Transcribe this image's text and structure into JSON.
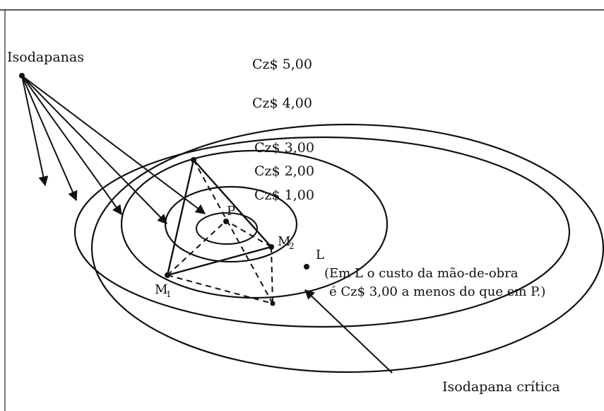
{
  "title_label": "Isodapanas",
  "isodapanes": [
    {
      "label": "Cz$ 5,00"
    },
    {
      "label": "Cz$ 4,00"
    },
    {
      "label": "Cz$ 3,00"
    },
    {
      "label": "Cz$ 2,00"
    },
    {
      "label": "Cz$ 1,00"
    }
  ],
  "points": {
    "p": "P",
    "m1": "M",
    "m1_sub": "1",
    "m2": "M",
    "m2_sub": "2",
    "l": "L"
  },
  "note_line1": "(Em L o custo da mão-de-obra",
  "note_line2": "é Cz$ 3,00 a menos do que em P.)",
  "critical_label": "Isodapana crítica"
}
